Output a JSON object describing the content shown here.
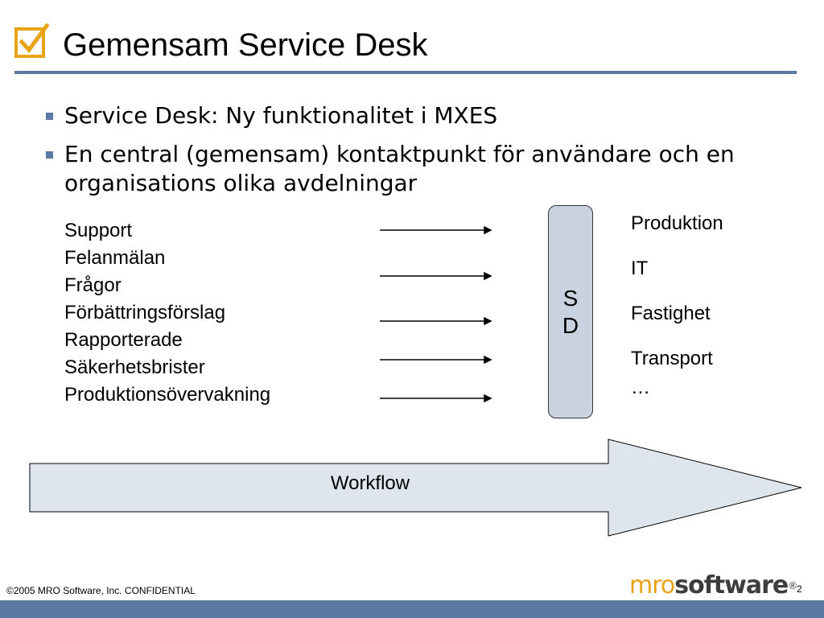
{
  "slide": {
    "title": "Gemensam Service Desk",
    "bullets": [
      "Service Desk: Ny funktionalitet i MXES",
      "En central (gemensam) kontaktpunkt för användare och en organisations olika avdelningar"
    ],
    "inputs": [
      "Support",
      "Felanmälan",
      "Frågor",
      "Förbättringsförslag",
      "Rapporterade",
      "Säkerhetsbrister",
      "Produktionsövervakning"
    ],
    "sd_box": {
      "line1": "S",
      "line2": "D"
    },
    "departments": [
      "Produktion",
      "IT",
      "Fastighet",
      "Transport",
      "…"
    ],
    "workflow_label": "Workflow"
  },
  "footer": {
    "copyright": "©2005 MRO Software, Inc.  CONFIDENTIAL",
    "logo_part1": "mro",
    "logo_part2": "software",
    "logo_trademark": "®",
    "page_number": "2"
  },
  "colors": {
    "accent_blue": "#5b7aa3",
    "box_fill": "#c9d3df",
    "workflow_fill": "#dfe5ec",
    "icon_orange": "#e8a317"
  },
  "icons": {
    "title_icon": "checkbox-checked-icon"
  }
}
